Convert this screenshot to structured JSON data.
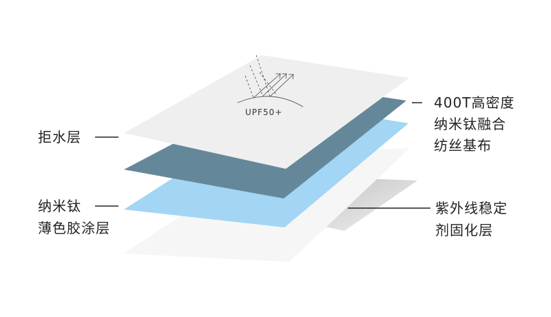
{
  "badge": {
    "text": "UPF50+"
  },
  "labels": {
    "left_top": "拒水层",
    "left_bottom_line1": "纳米钛",
    "left_bottom_line2": "薄色胶涂层",
    "right_top_line1": "400T高密度",
    "right_top_line2": "纳米钛融合",
    "right_top_line3": "纺丝基布",
    "right_bottom_line1": "紫外线稳定",
    "right_bottom_line2": "剂固化层"
  },
  "colors": {
    "top_layer": "#efefef",
    "dark_layer": "#648899",
    "blue_layer": "#a3d5f4",
    "bottom_layer": "#f6f6f6",
    "shadow": "#d0d0d0"
  }
}
